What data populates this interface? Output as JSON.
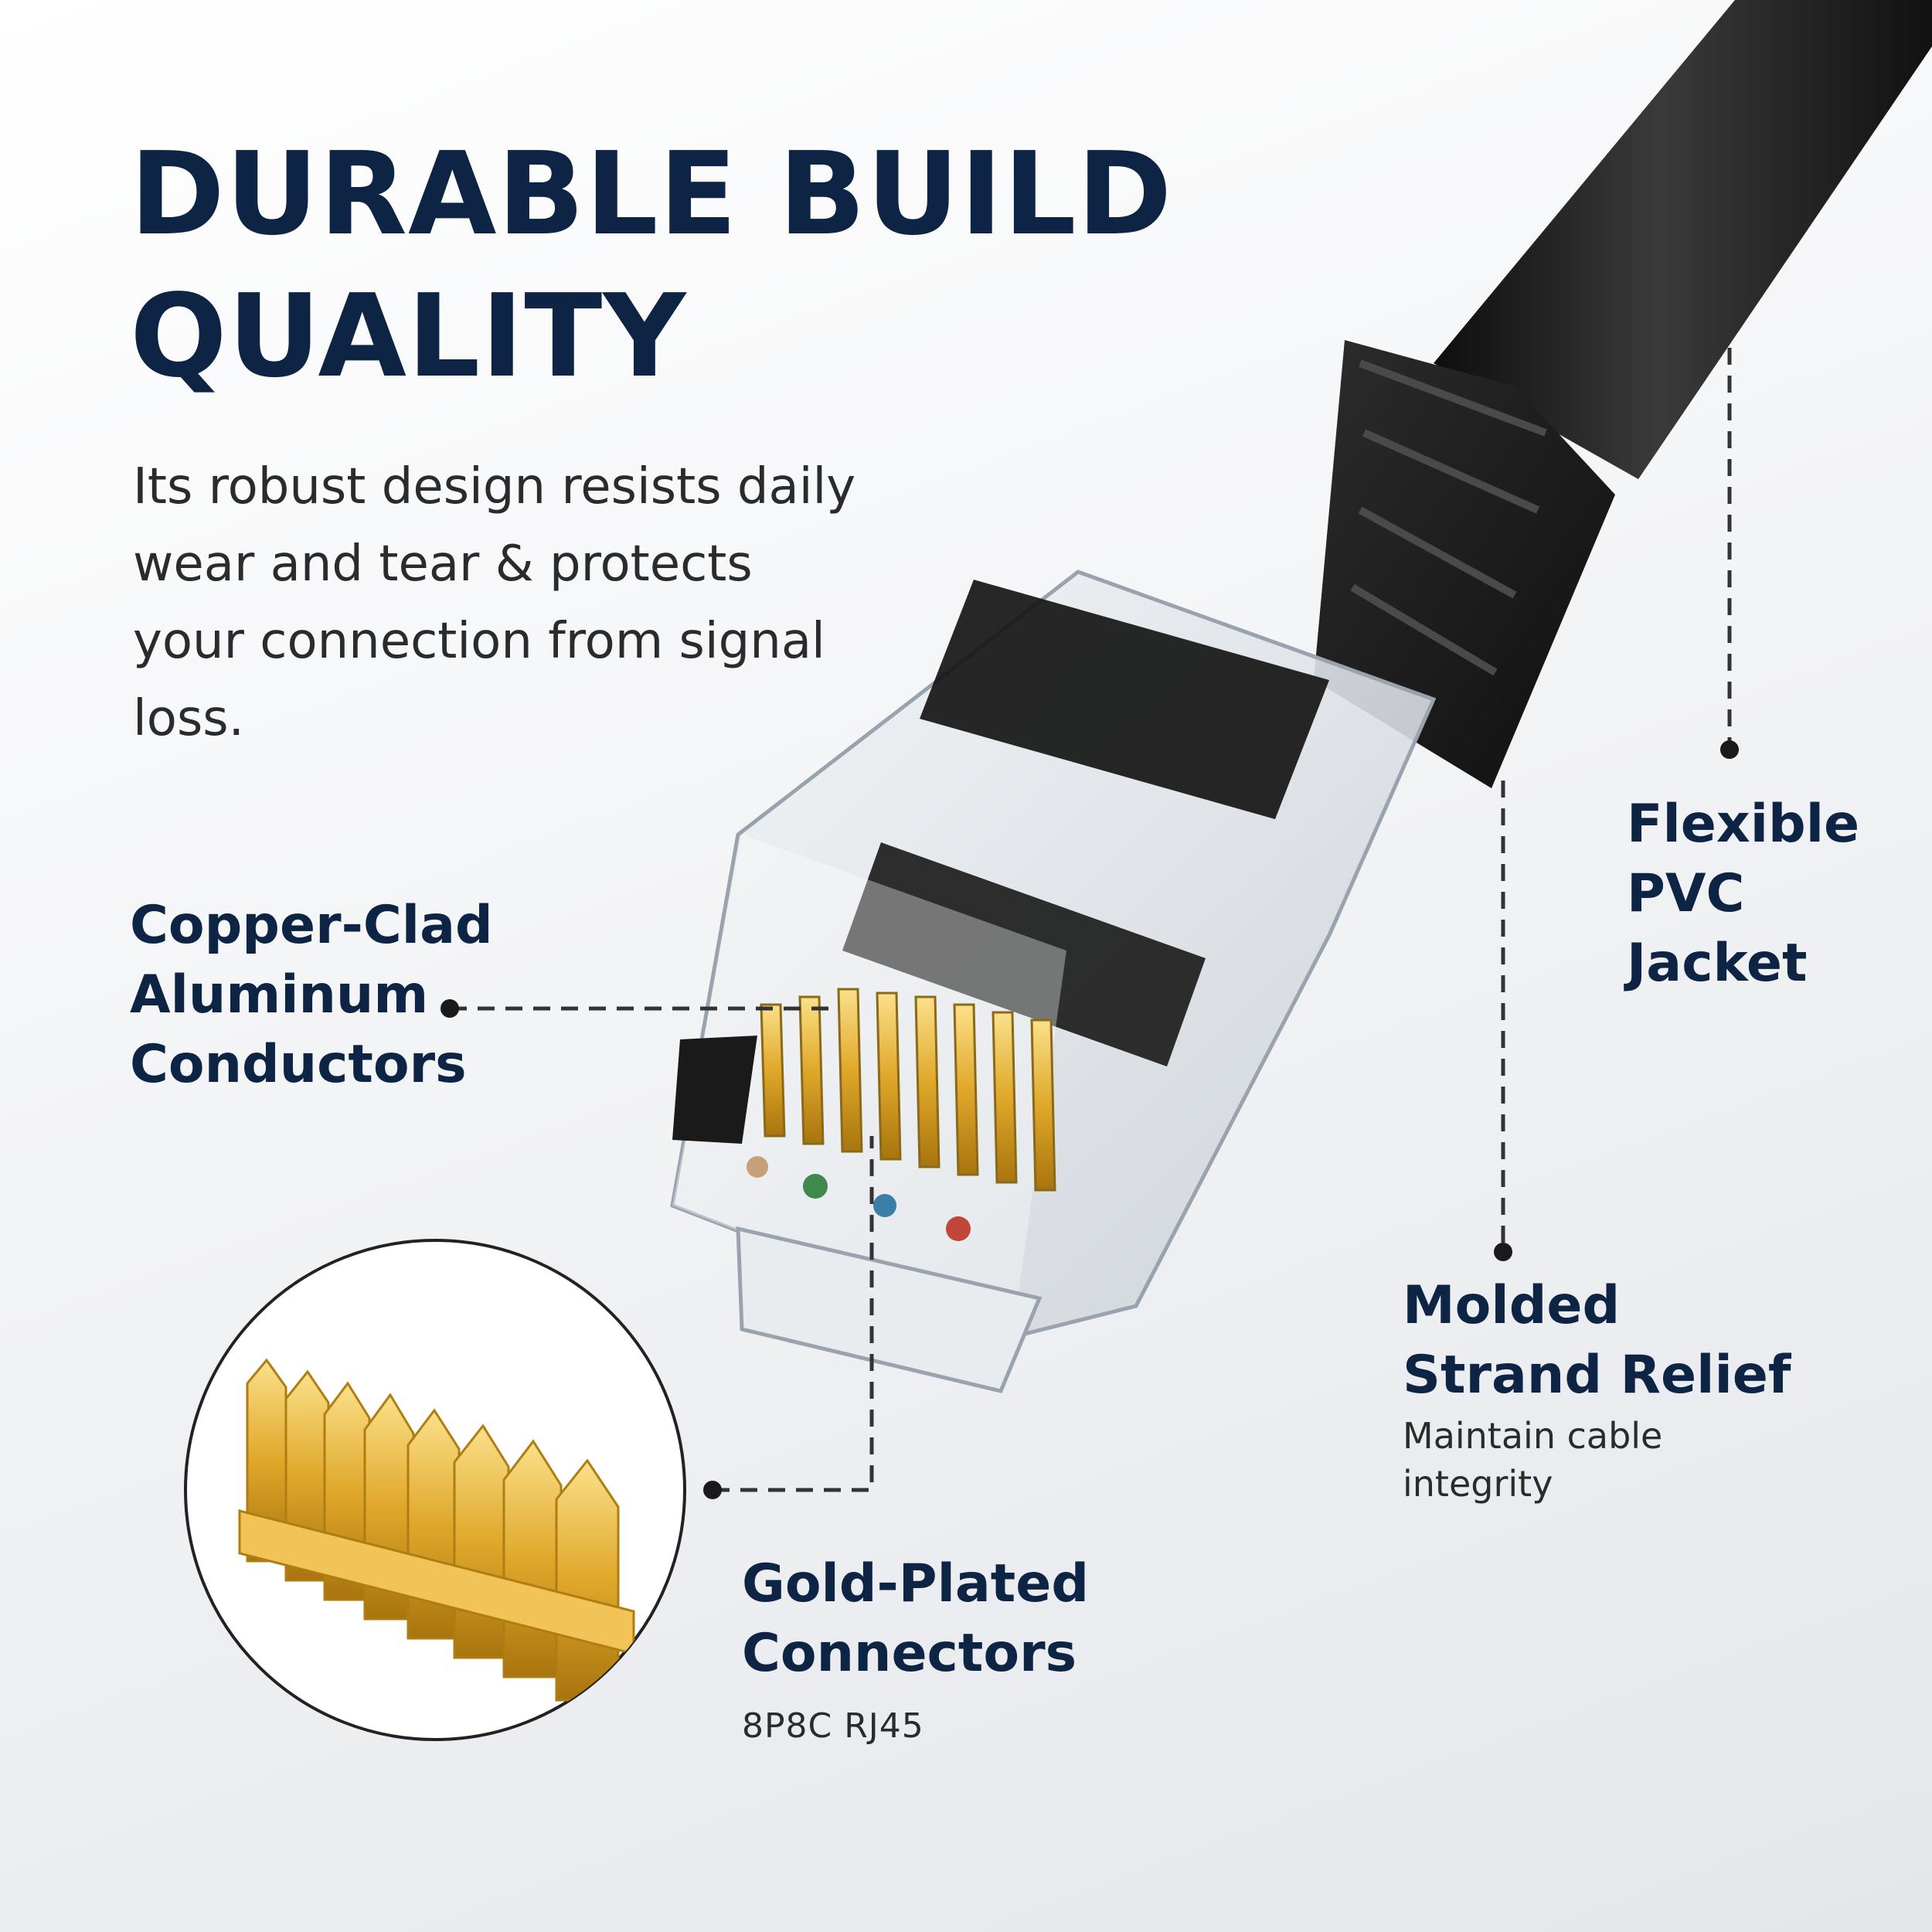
{
  "headline": {
    "line1": "DURABLE BUILD",
    "line2": "QUALITY"
  },
  "intro": "Its robust design resists daily wear and tear & protects your connection from signal loss.",
  "callouts": {
    "copper": {
      "line1": "Copper-Clad",
      "line2": "Aluminum",
      "line3": "Conductors"
    },
    "gold": {
      "line1": "Gold-Plated",
      "line2": "Connectors",
      "subtitle": "8P8C RJ45"
    },
    "molded": {
      "line1": "Molded",
      "line2": "Strand Relief",
      "subtitle": "Maintain cable integrity"
    },
    "pvc": {
      "line1": "Flexible",
      "line2": "PVC",
      "line3": "Jacket"
    }
  },
  "colors": {
    "heading": "#0d2444",
    "body_text": "#2b2b2b",
    "leader_line": "#333333",
    "cable": "#1b1b1b",
    "gold": "#e0a82a"
  }
}
